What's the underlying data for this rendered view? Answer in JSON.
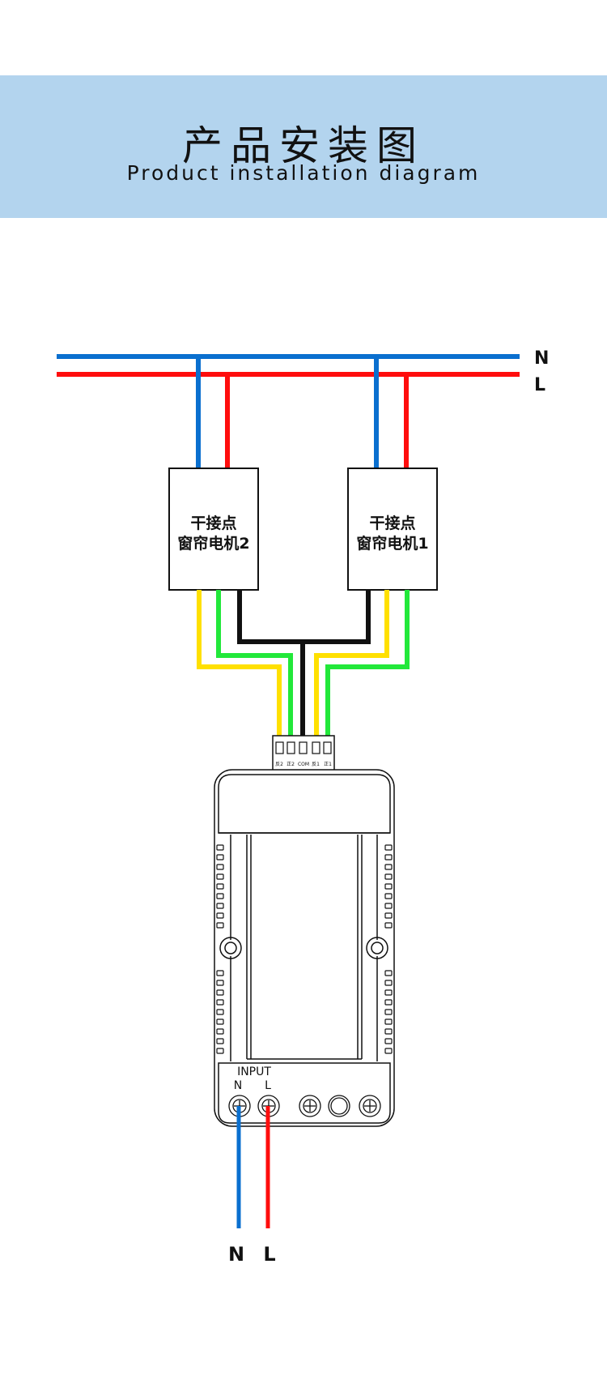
{
  "header": {
    "title_cn": "产品安装图",
    "title_en": "Product installation diagram"
  },
  "bus_labels": {
    "neutral": "N",
    "live": "L"
  },
  "motors": [
    {
      "line1": "干接点",
      "line2": "窗帘电机2"
    },
    {
      "line1": "干接点",
      "line2": "窗帘电机1"
    }
  ],
  "terminal_block": {
    "labels": [
      "反2",
      "正2",
      "COM",
      "反1",
      "正1"
    ]
  },
  "device": {
    "input_label": "INPUT",
    "input_n": "N",
    "input_l": "L"
  },
  "supply_labels": {
    "neutral": "N",
    "live": "L"
  },
  "colors": {
    "banner": "#b3d4ee",
    "neutral_wire": "#0a6fcf",
    "live_wire": "#ff0d0d",
    "yellow_wire": "#ffe000",
    "green_wire": "#22e83a",
    "com_wire": "#111111"
  }
}
